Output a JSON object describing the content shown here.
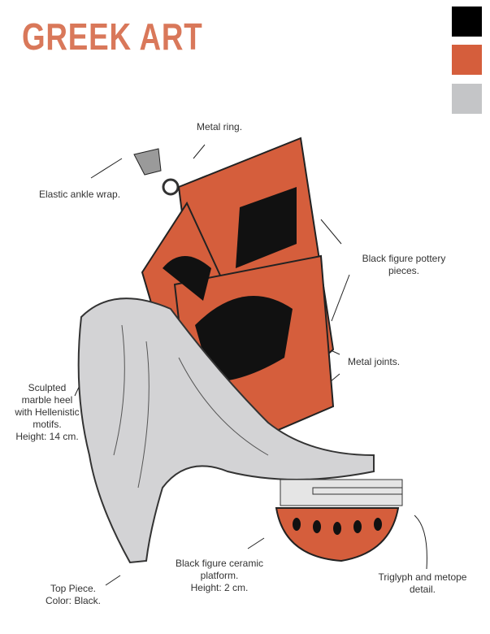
{
  "title": "GREEK ART",
  "palette": [
    "#000000",
    "#d55e3c",
    "#c4c5c7"
  ],
  "labels": {
    "metal_ring": "Metal ring.",
    "elastic": "Elastic ankle wrap.",
    "pottery": [
      "Black figure pottery",
      "pieces."
    ],
    "joints": "Metal joints.",
    "heel": [
      "Sculpted",
      "marble heel",
      "with Hellenistic",
      "motifs.",
      "Height: 14 cm."
    ],
    "platform": [
      "Black figure ceramic",
      "platform.",
      "Height: 2 cm."
    ],
    "top_piece": [
      "Top Piece.",
      "Color: Black."
    ],
    "triglyph": [
      "Triglyph and metope",
      "detail."
    ]
  }
}
